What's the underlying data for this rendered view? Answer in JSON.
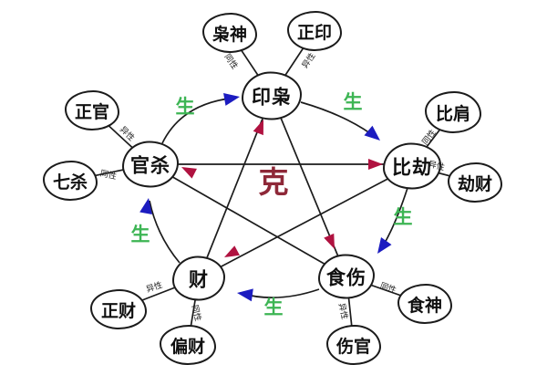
{
  "diagram": {
    "title_semantic": "bazi-ten-gods-generating-and-controlling-cycle",
    "center_label": "克",
    "generate_label": "生",
    "colors": {
      "background": "#ffffff",
      "outline_black": "#1b1b1b",
      "generate_green": "#3db554",
      "control_center_red": "#8e2838",
      "control_arrow_crimson": "#b01240",
      "generate_arrow_blue": "#1c1cc0"
    },
    "main_nodes": [
      {
        "id": "yinxiao",
        "label": "印枭"
      },
      {
        "id": "bijie",
        "label": "比劫"
      },
      {
        "id": "shishang",
        "label": "食伤"
      },
      {
        "id": "cai",
        "label": "财"
      },
      {
        "id": "guansha",
        "label": "官杀"
      }
    ],
    "satellite_nodes": [
      {
        "id": "xiaoshen",
        "label": "枭神",
        "parent": "yinxiao",
        "polarity": "同性"
      },
      {
        "id": "zhengyin",
        "label": "正印",
        "parent": "yinxiao",
        "polarity": "异性"
      },
      {
        "id": "bijian",
        "label": "比肩",
        "parent": "bijie",
        "polarity": "同性"
      },
      {
        "id": "jiecai",
        "label": "劫财",
        "parent": "bijie",
        "polarity": "异性"
      },
      {
        "id": "zhengguan",
        "label": "正官",
        "parent": "guansha",
        "polarity": "异性"
      },
      {
        "id": "qisha",
        "label": "七杀",
        "parent": "guansha",
        "polarity": "同性"
      },
      {
        "id": "zhengcai",
        "label": "正财",
        "parent": "cai",
        "polarity": "异性"
      },
      {
        "id": "piancai",
        "label": "偏财",
        "parent": "cai",
        "polarity": "同性"
      },
      {
        "id": "shishen",
        "label": "食神",
        "parent": "shishang",
        "polarity": "同性"
      },
      {
        "id": "shangguan",
        "label": "伤官",
        "parent": "shishang",
        "polarity": "异性"
      }
    ],
    "generating_cycle_arrows": [
      "官杀→印枭",
      "印枭→比劫",
      "比劫→食伤",
      "食伤→财",
      "财→官杀"
    ],
    "controlling_cycle_arrows": [
      "官杀→比劫",
      "比劫→财",
      "财→印枭",
      "印枭→食伤",
      "食伤→官杀"
    ]
  }
}
